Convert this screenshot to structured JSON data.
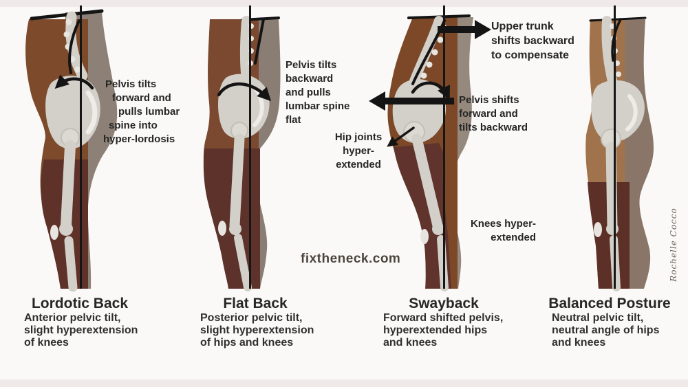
{
  "watermark": "fixtheneck.com",
  "signature": "Rochelle Cocco",
  "annotations": {
    "lordotic_pelvis": [
      "Pelvis tilts",
      "forward and",
      "pulls lumbar",
      "spine into",
      "hyper-lordosis"
    ],
    "flat_pelvis": [
      "Pelvis tilts",
      "backward",
      "and pulls",
      "lumbar spine",
      "flat"
    ],
    "hip_joints": [
      "Hip joints",
      "hyper-",
      "extended"
    ],
    "upper_trunk": [
      "Upper trunk",
      "shifts backward",
      "to compensate"
    ],
    "pelvis_shifts": [
      "Pelvis shifts",
      "forward and",
      "tilts backward"
    ],
    "knees": [
      "Knees hyper-",
      "extended"
    ]
  },
  "postures": [
    {
      "title": "Lordotic Back",
      "description": [
        "Anterior pelvic tilt,",
        "slight hyperextension",
        "of knees"
      ]
    },
    {
      "title": "Flat Back",
      "description": [
        "Posterior pelvic tilt,",
        "slight hyperextension",
        "of hips and knees"
      ]
    },
    {
      "title": "Swayback",
      "description": [
        "Forward shifted pelvis,",
        "hyperextended hips",
        "and knees"
      ]
    },
    {
      "title": "Balanced Posture",
      "description": [
        "Neutral pelvic tilt,",
        "neutral angle of hips",
        "and knees"
      ]
    }
  ],
  "colors": {
    "background": "#fbf9f7",
    "frame_band": "#efe9e9",
    "text": "#262626",
    "arrow": "#141414",
    "plumb_line": "#161616",
    "watermark_text": "#4c453e",
    "signature_text": "#6a635d",
    "bone": "#d3d0ca",
    "bone_light": "#e8e5e0",
    "fig1_front": "#7d4b2c",
    "fig1_lower": "#5e3129",
    "fig1_back": "#8d8076",
    "fig2_front": "#7b4930",
    "fig2_lower": "#5c322b",
    "fig2_back": "#8a7e74",
    "fig3_front": "#7c4827",
    "fig3_lower": "#60342c",
    "fig3_back": "#95887d",
    "fig4_front": "#a1734d",
    "fig4_lower": "#5c3026",
    "fig4_back": "#8a7668"
  }
}
